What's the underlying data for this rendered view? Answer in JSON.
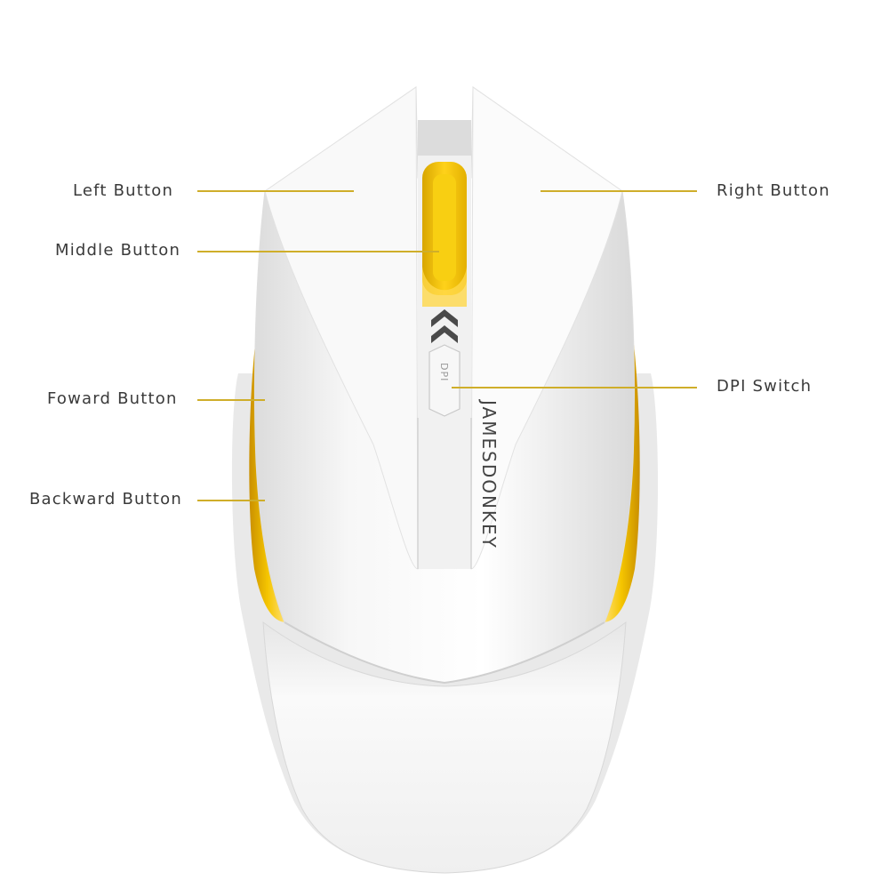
{
  "callouts": {
    "left_button": "Left Button",
    "middle_button": "Middle Button",
    "forward_button": "Foward Button",
    "backward_button": "Backward Button",
    "right_button": "Right Button",
    "dpi_switch": "DPI Switch"
  },
  "mouse": {
    "brand": "JAMESDONKEY",
    "dpi_label": "DPI"
  },
  "colors": {
    "accent": "#f2c200",
    "leader_line": "#cfae2a",
    "shell": "#f4f4f4",
    "text": "#3a3a3a"
  }
}
